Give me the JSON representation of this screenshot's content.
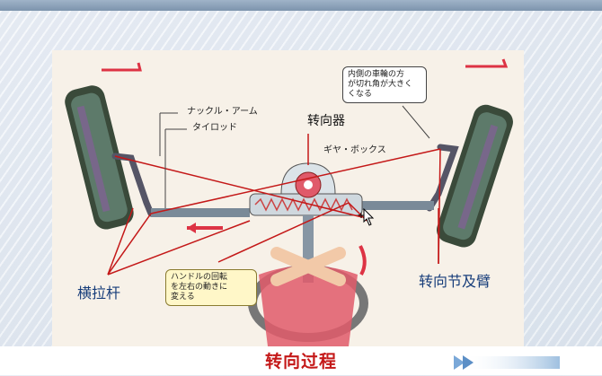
{
  "labels": {
    "knuckle_arm_jp": "ナックル・アーム",
    "tie_rod_jp": "タイロッド",
    "gear_box_jp": "ギヤ・ボックス",
    "inner_wheel_note_jp": "内側の車輪の方\nが切れ角が大きく\nくなる",
    "handle_note_jp": "ハンドルの回転\nを左右の動きに\n変える",
    "steering_gear_cn": "转向器",
    "tie_rod_cn": "横拉杆",
    "knuckle_arm_cn": "转向节及臂",
    "caption": "转向过程"
  },
  "colors": {
    "callout_line": "#c41818",
    "label_text": "#173d7a",
    "caption_text": "#c41818"
  },
  "icons": {
    "next_arrow": "next-arrow-icon",
    "cursor": "move-cursor-icon"
  }
}
